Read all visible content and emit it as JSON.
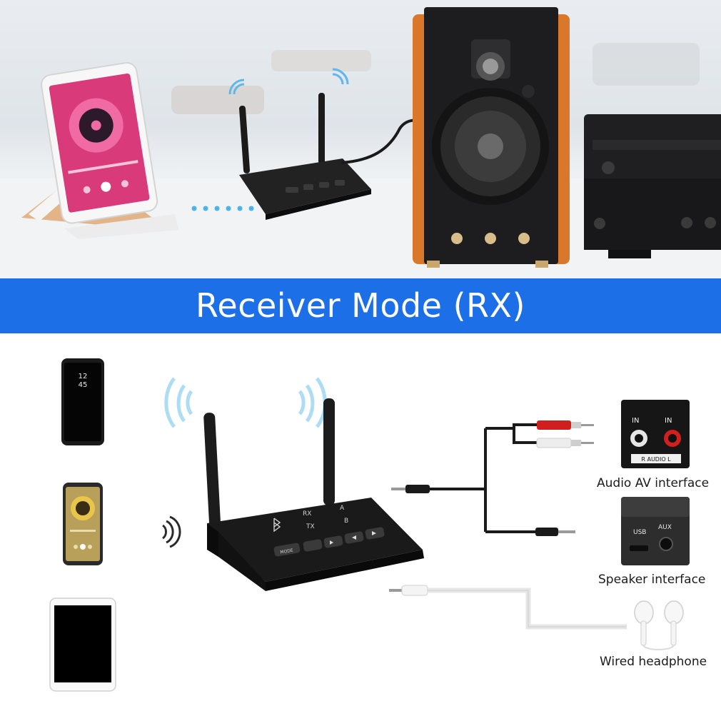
{
  "banner": {
    "title": "Receiver Mode (RX)",
    "color": "#1c6fe6"
  },
  "interfaces": [
    {
      "label": "Audio AV interface"
    },
    {
      "label": "Speaker interface"
    },
    {
      "label": "Wired headphone"
    }
  ],
  "av_panel": {
    "in_left": "IN",
    "in_right": "IN",
    "caption": "R  AUDIO  L"
  },
  "speaker_panel": {
    "usb": "USB",
    "aux": "AUX"
  },
  "device": {
    "rx": "RX",
    "tx": "TX",
    "a": "A",
    "b": "B",
    "mode_button": "MODE"
  },
  "phone_clock": {
    "hour": "12",
    "minute": "45"
  },
  "icons": [
    "bluetooth-icon",
    "wifi-signal-icon",
    "play-pause-icon",
    "prev-icon",
    "next-icon"
  ],
  "colors": {
    "speaker_wood": "#d9772b",
    "rca_red": "#d01f1f",
    "device_black": "#141414"
  }
}
